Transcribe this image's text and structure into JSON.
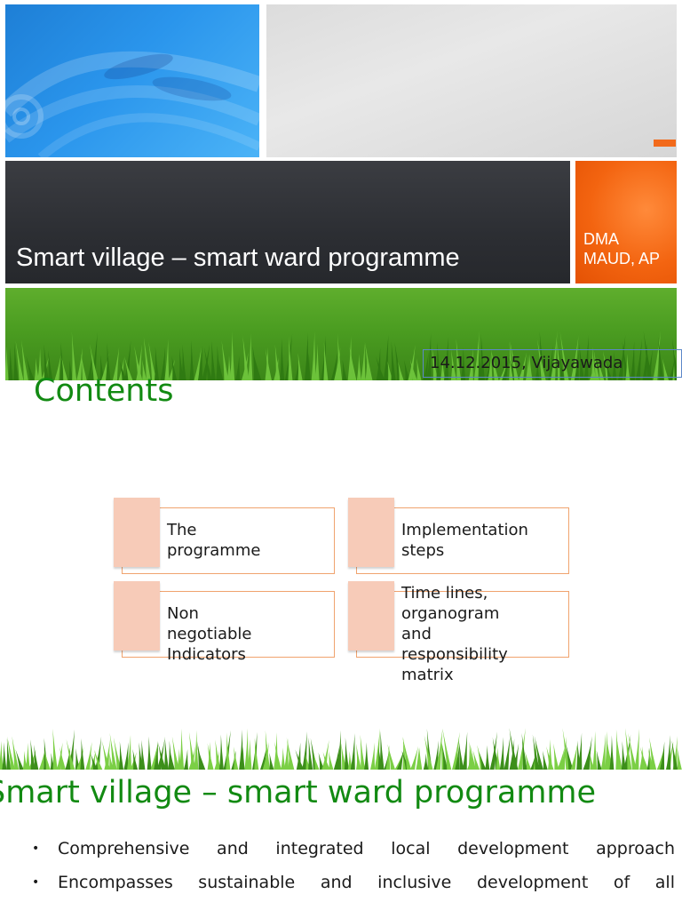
{
  "slide1": {
    "title": "Smart village – smart ward programme",
    "org_lines": [
      "DMA",
      "MAUD, AP"
    ],
    "date_place": "14.12.2015, Vijayawada",
    "colors": {
      "blue": "#2a95ec",
      "dark": "#2c2e33",
      "orange": "#f36410",
      "green": "#4b9d21"
    }
  },
  "slide2": {
    "title": "Contents",
    "items": [
      {
        "lines": [
          "The programme"
        ]
      },
      {
        "lines": [
          "Implementation",
          "steps"
        ]
      },
      {
        "lines": [
          "Non negotiable",
          "Indicators"
        ]
      },
      {
        "lines": [
          "Time lines,",
          "organogram and",
          "responsibility",
          "matrix"
        ]
      }
    ],
    "colors": {
      "accent": "#f0a36e",
      "tab": "#f7cbb8",
      "title": "#128a12"
    }
  },
  "slide3": {
    "title": "Smart village – smart ward programme",
    "bullets": [
      "Comprehensive and integrated local development approach",
      "Encompasses sustainable and inclusive development of all"
    ]
  }
}
